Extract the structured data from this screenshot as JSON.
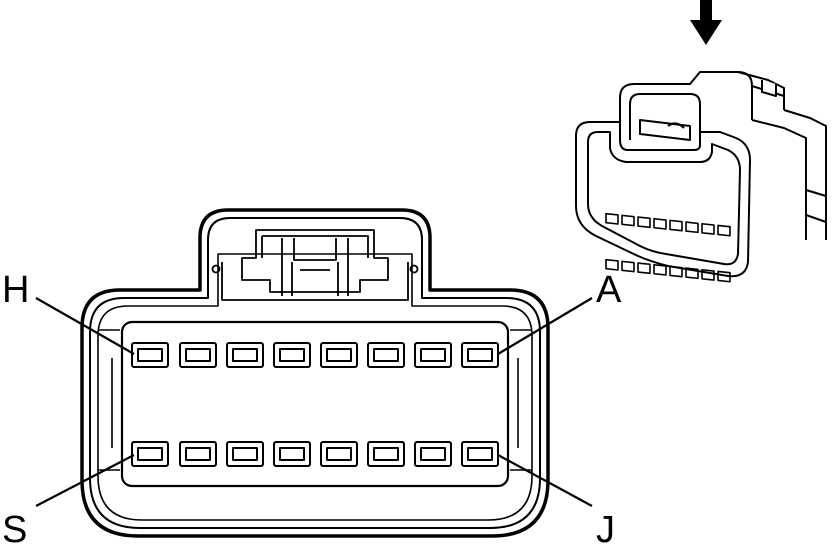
{
  "diagram": {
    "pin_labels": {
      "top_left": "H",
      "top_right": "A",
      "bottom_left": "S",
      "bottom_right": "J"
    },
    "terminal_rows": 2,
    "terminals_per_row": 8,
    "icons": [
      "arrow-down-icon",
      "connector-isometric-view"
    ],
    "colors": {
      "line": "#000000",
      "background": "#ffffff"
    }
  }
}
